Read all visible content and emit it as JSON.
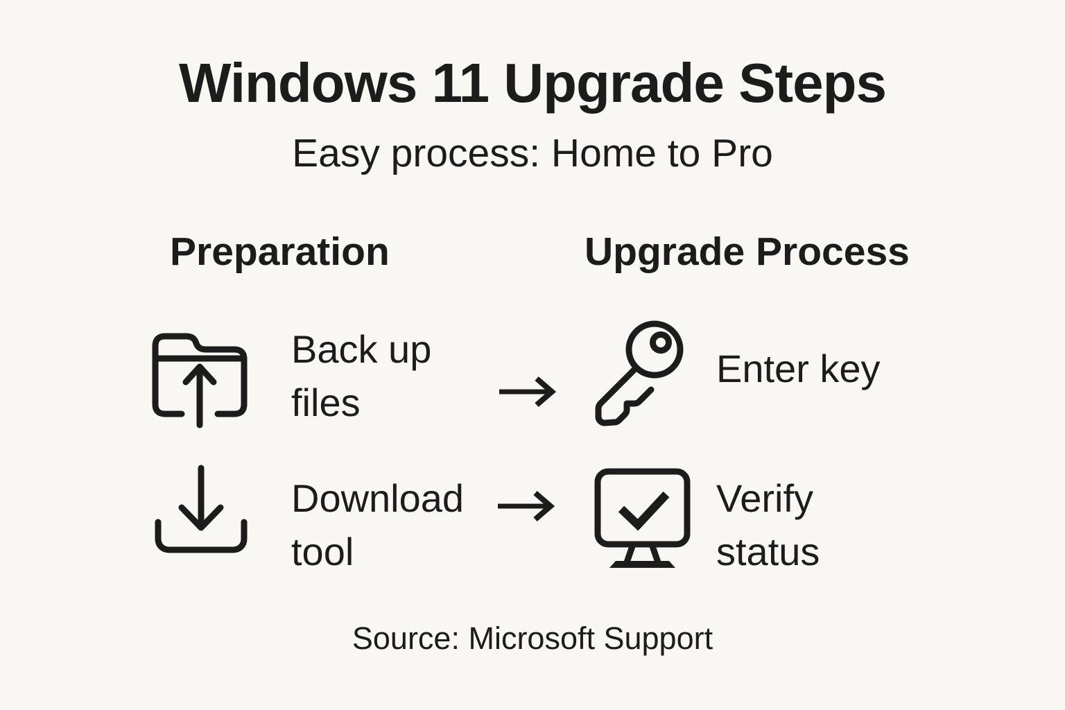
{
  "title": "Windows 11 Upgrade Steps",
  "subtitle": "Easy process: Home to Pro",
  "footer": "Source: Microsoft Support",
  "colors": {
    "background": "#f8f7f4",
    "ink": "#1c1c1c"
  },
  "columns": [
    {
      "header": "Preparation",
      "items": [
        {
          "icon": "folder-upload-icon",
          "label": "Back up files",
          "lines": [
            "Back up",
            "files"
          ]
        },
        {
          "icon": "download-icon",
          "label": "Download tool",
          "lines": [
            "Download",
            "tool"
          ]
        }
      ]
    },
    {
      "header": "Upgrade Process",
      "items": [
        {
          "icon": "key-icon",
          "label": "Enter key",
          "lines": [
            "Enter key"
          ]
        },
        {
          "icon": "monitor-check-icon",
          "label": "Verify status",
          "lines": [
            "Verify",
            "status"
          ]
        }
      ]
    }
  ],
  "connectors": [
    {
      "icon": "right-arrow-icon",
      "meaning": "Back up files leads to Enter key"
    },
    {
      "icon": "right-arrow-icon",
      "meaning": "Download tool leads to Verify status"
    }
  ]
}
